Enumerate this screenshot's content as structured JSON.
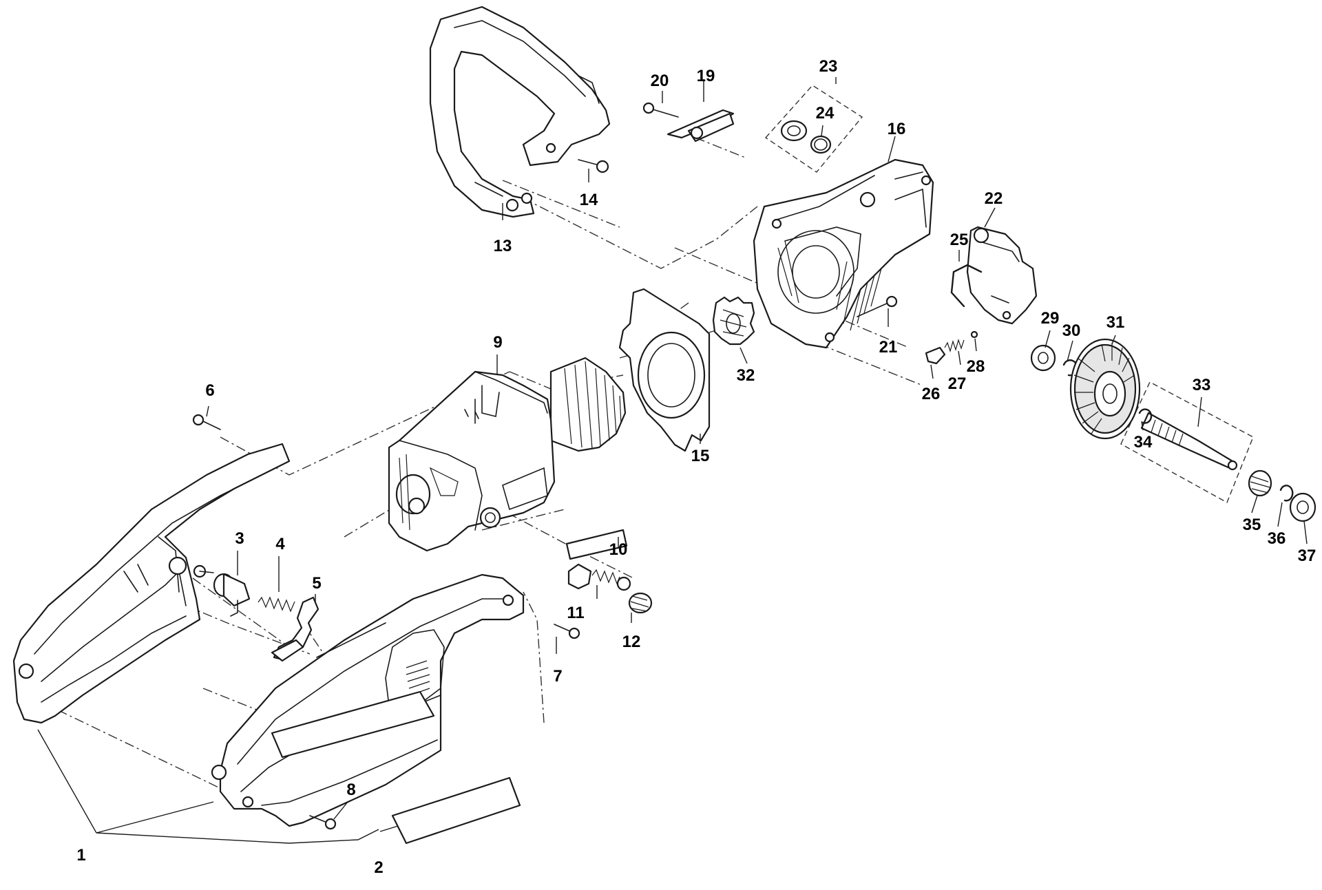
{
  "figure": {
    "callouts": [
      {
        "id": "1",
        "label": "1"
      },
      {
        "id": "2",
        "label": "2"
      },
      {
        "id": "3",
        "label": "3"
      },
      {
        "id": "4",
        "label": "4"
      },
      {
        "id": "5",
        "label": "5"
      },
      {
        "id": "6",
        "label": "6"
      },
      {
        "id": "7",
        "label": "7"
      },
      {
        "id": "8",
        "label": "8"
      },
      {
        "id": "9",
        "label": "9"
      },
      {
        "id": "10",
        "label": "10"
      },
      {
        "id": "11",
        "label": "11"
      },
      {
        "id": "12",
        "label": "12"
      },
      {
        "id": "13",
        "label": "13"
      },
      {
        "id": "14",
        "label": "14"
      },
      {
        "id": "15",
        "label": "15"
      },
      {
        "id": "16",
        "label": "16"
      },
      {
        "id": "19",
        "label": "19"
      },
      {
        "id": "20",
        "label": "20"
      },
      {
        "id": "21",
        "label": "21"
      },
      {
        "id": "22",
        "label": "22"
      },
      {
        "id": "23",
        "label": "23"
      },
      {
        "id": "24",
        "label": "24"
      },
      {
        "id": "25",
        "label": "25"
      },
      {
        "id": "26",
        "label": "26"
      },
      {
        "id": "27",
        "label": "27"
      },
      {
        "id": "28",
        "label": "28"
      },
      {
        "id": "29",
        "label": "29"
      },
      {
        "id": "30",
        "label": "30"
      },
      {
        "id": "31",
        "label": "31"
      },
      {
        "id": "32",
        "label": "32"
      },
      {
        "id": "33",
        "label": "33"
      },
      {
        "id": "34",
        "label": "34"
      },
      {
        "id": "35",
        "label": "35"
      },
      {
        "id": "36",
        "label": "36"
      },
      {
        "id": "37",
        "label": "37"
      }
    ]
  },
  "colors": {
    "line": "#1a1a1a",
    "background": "#ffffff",
    "shade": "#e6e6e6"
  }
}
